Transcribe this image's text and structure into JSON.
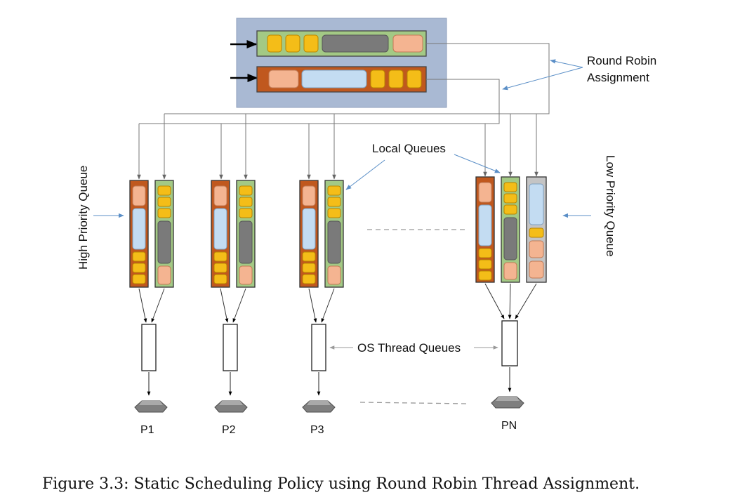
{
  "labels": {
    "round_robin_line1": "Round Robin",
    "round_robin_line2": "Assignment",
    "local_queues": "Local Queues",
    "high_priority_queue": "High Priority Queue",
    "low_priority_queue": "Low Priority Queue",
    "os_thread_queues": "OS Thread Queues"
  },
  "processors": [
    "P1",
    "P2",
    "P3",
    "PN"
  ],
  "caption": "Figure 3.3: Static Scheduling Policy using Round Robin Thread Assignment.",
  "colors": {
    "global_panel": "#a9b9d3",
    "high_priority_frame": "#c0581e",
    "low_priority_frame": "#a3c985",
    "extra_queue_frame": "#c4c4c4",
    "task_yellow": "#f4bd18",
    "task_salmon": "#f4b491",
    "task_light_blue": "#c3dcf2",
    "task_gray": "#7a7a7a",
    "connector": "#777777",
    "callout_arrow": "#5b8fc7"
  }
}
